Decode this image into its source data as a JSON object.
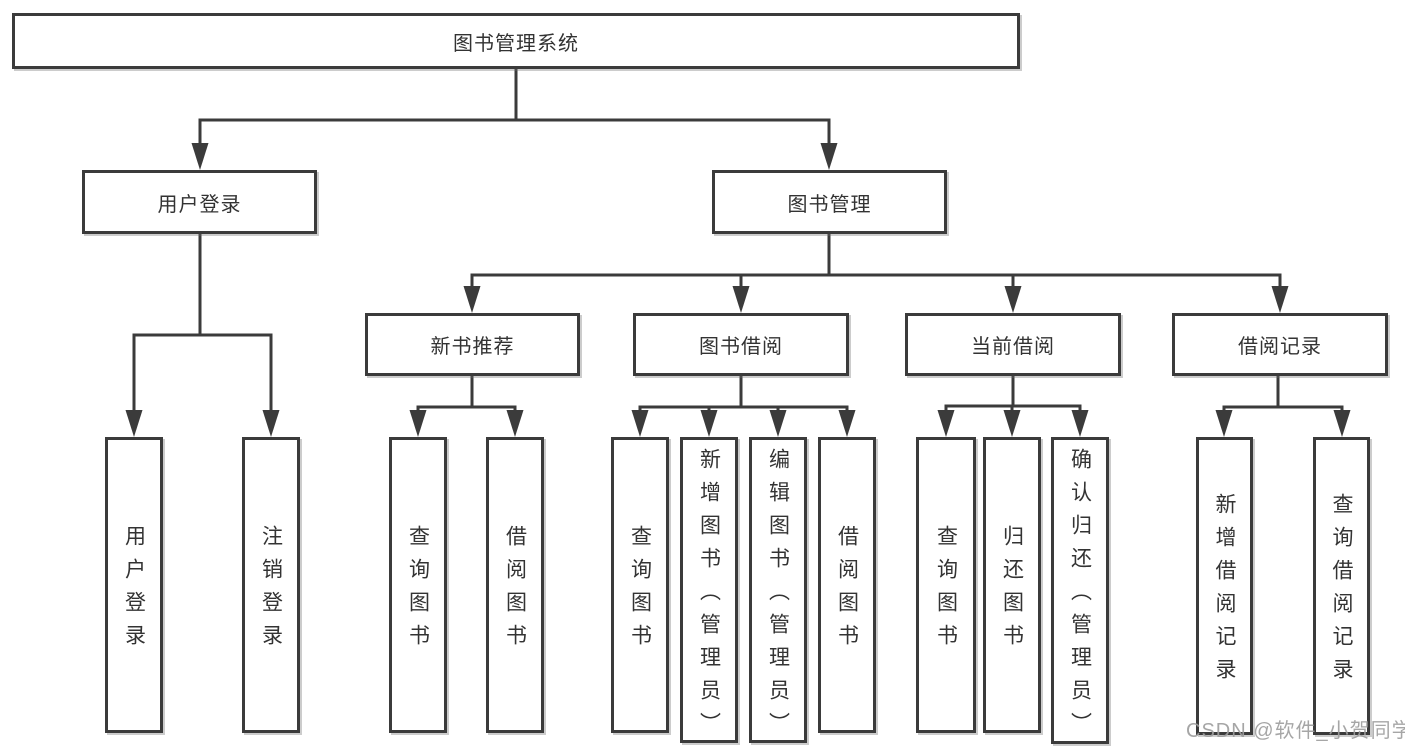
{
  "diagram": {
    "type": "hierarchy-tree",
    "title": "图书管理系统",
    "colors": {
      "line": "#3b3b3b",
      "box_border": "#3b3b3b",
      "text": "#333333",
      "box_background": "#ffffff",
      "watermark": "#9e9e9e"
    },
    "tree": {
      "label": "图书管理系统",
      "children": [
        {
          "label": "用户登录",
          "children": [
            {
              "label": "用户登录"
            },
            {
              "label": "注销登录"
            }
          ]
        },
        {
          "label": "图书管理",
          "children": [
            {
              "label": "新书推荐",
              "children": [
                {
                  "label": "查询图书"
                },
                {
                  "label": "借阅图书"
                }
              ]
            },
            {
              "label": "图书借阅",
              "children": [
                {
                  "label": "查询图书"
                },
                {
                  "label": "新增图书（管理员）"
                },
                {
                  "label": "编辑图书（管理员）"
                },
                {
                  "label": "借阅图书"
                }
              ]
            },
            {
              "label": "当前借阅",
              "children": [
                {
                  "label": "查询图书"
                },
                {
                  "label": "归还图书"
                },
                {
                  "label": "确认归还（管理员）"
                }
              ]
            },
            {
              "label": "借阅记录",
              "children": [
                {
                  "label": "新增借阅记录"
                },
                {
                  "label": "查询借阅记录"
                }
              ]
            }
          ]
        }
      ]
    },
    "watermark": {
      "text": "CSDN @软件_小贺同学"
    }
  }
}
